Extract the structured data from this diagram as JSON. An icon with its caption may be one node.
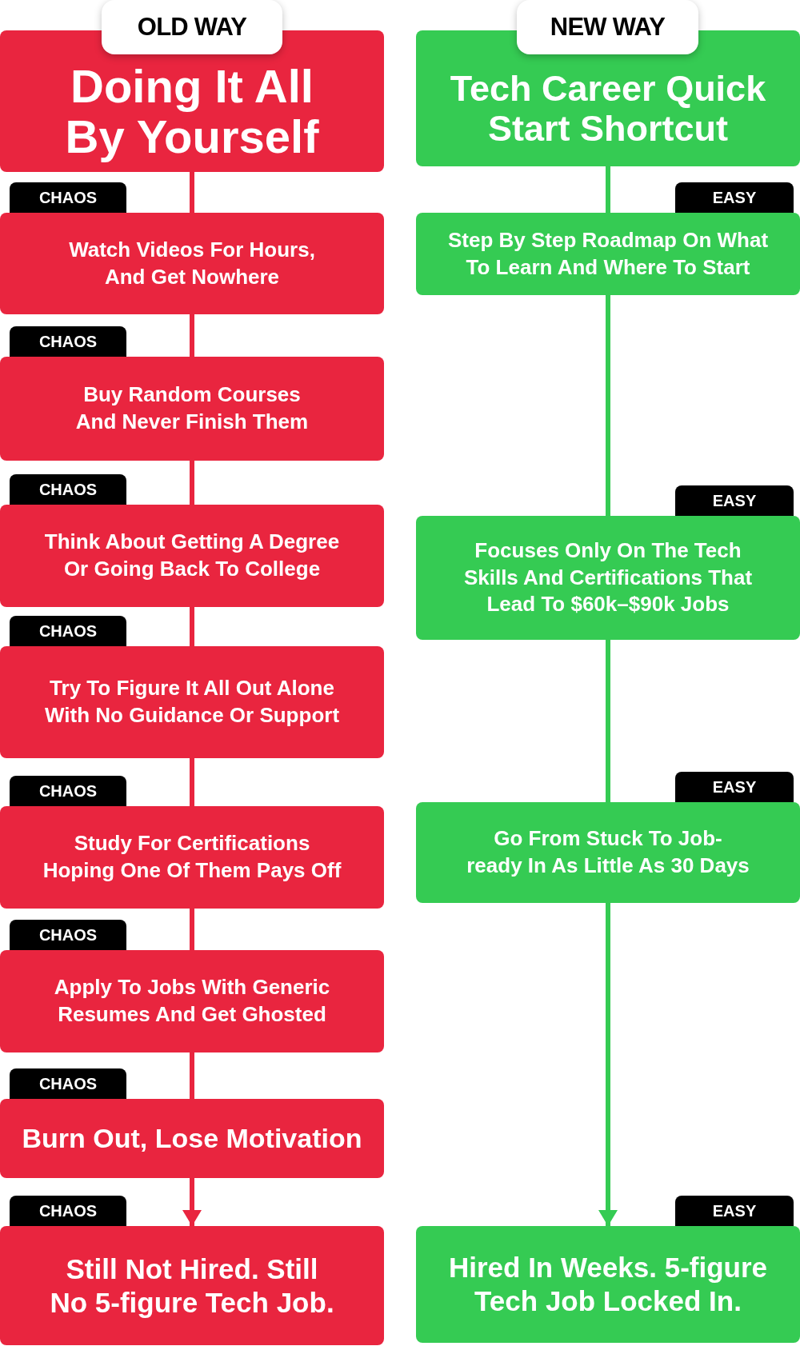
{
  "diagram": {
    "nodes": [
      {
        "text": [
          "OLD WAY"
        ]
      },
      {
        "text": [
          "Doing It All By Yourself"
        ]
      },
      {
        "text": [
          "CHAOS"
        ]
      },
      {
        "text": [
          "Watch Videos For Hours, And Get Nowhere"
        ]
      },
      {
        "text": [
          "CHAOS"
        ]
      },
      {
        "text": [
          "Buy Random Courses And Never Finish Them"
        ]
      },
      {
        "text": [
          "CHAOS"
        ]
      },
      {
        "text": [
          "Think About Getting A Degree Or Going Back To College"
        ]
      },
      {
        "text": [
          "CHAOS"
        ]
      },
      {
        "text": [
          "Try To Figure It All Out Alone With No Guidance Or Support"
        ]
      },
      {
        "text": [
          "CHAOS"
        ]
      },
      {
        "text": [
          "Study For Certifications Hoping One Of Them Pays Off"
        ]
      },
      {
        "text": [
          "CHAOS"
        ]
      },
      {
        "text": [
          "Apply To Jobs With Generic Resumes And Get Ghosted"
        ]
      },
      {
        "text": [
          "CHAOS"
        ]
      },
      {
        "text": [
          "Burn Out, Lose Motivation"
        ]
      },
      {
        "text": [
          "CHAOS"
        ]
      },
      {
        "text": [
          "Still Not Hired. Still No 5-figure Tech Job."
        ]
      },
      {
        "text": [
          "NEW WAY"
        ]
      },
      {
        "text": [
          "Tech Career Quick Start Shortcut"
        ]
      },
      {
        "text": [
          "EASY"
        ]
      },
      {
        "text": [
          "Step By Step Roadmap On What To Learn And Where To Start"
        ]
      },
      {
        "text": [
          "EASY"
        ]
      },
      {
        "text": [
          "Focuses Only On The Tech Skills And Certifications That Lead To $60k–$90k Jobs"
        ]
      },
      {
        "text": [
          "EASY"
        ]
      },
      {
        "text": [
          "Go From Stuck To Job-ready In As Little As 30 Days"
        ]
      },
      {
        "text": [
          "EASY"
        ]
      },
      {
        "text": [
          "Hired In Weeks. 5-figure Tech Job Locked In."
        ]
      }
    ],
    "edges": [
      {
        "from": 1,
        "to": 3,
        "arrow": "none"
      },
      {
        "from": 3,
        "to": 5,
        "arrow": "none"
      },
      {
        "from": 5,
        "to": 7,
        "arrow": "none"
      },
      {
        "from": 7,
        "to": 9,
        "arrow": "none"
      },
      {
        "from": 9,
        "to": 11,
        "arrow": "none"
      },
      {
        "from": 11,
        "to": 13,
        "arrow": "none"
      },
      {
        "from": 13,
        "to": 15,
        "arrow": "none"
      },
      {
        "from": 15,
        "to": 17,
        "arrow": "to"
      },
      {
        "from": 19,
        "to": 21,
        "arrow": "none",
        "color": "#35cb53"
      },
      {
        "from": 21,
        "to": 23,
        "arrow": "none",
        "color": "#35cb53"
      },
      {
        "from": 23,
        "to": 25,
        "arrow": "none",
        "color": "#35cb53"
      },
      {
        "from": 25,
        "to": 27,
        "arrow": "to",
        "color": "#35cb53"
      }
    ]
  }
}
